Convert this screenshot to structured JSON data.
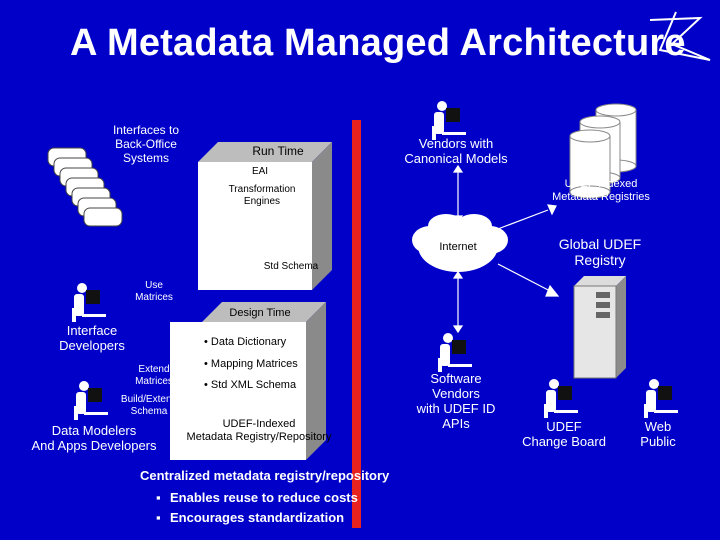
{
  "title": "A Metadata Managed Architecture",
  "left": {
    "interfaces": "Interfaces to\nBack-Office\nSystems",
    "use_matrices": "Use\nMatrices",
    "interface_developers": "Interface\nDevelopers",
    "extend_matrices": "Extend\nMatrices",
    "build_extend_schema": "Build/Extend\nSchema",
    "data_modelers": "Data Modelers\nAnd Apps Developers"
  },
  "runtime": {
    "label": "Run Time",
    "eai": "EAI",
    "transformation": "Transformation\nEngines",
    "std_schema": "Std Schema"
  },
  "designtime": {
    "label": "Design Time",
    "bullets": [
      "• Data Dictionary",
      "• Mapping Matrices",
      "• Std XML Schema"
    ],
    "registry": "UDEF-Indexed\nMetadata Registry/Repository"
  },
  "right": {
    "vendors": "Vendors with\nCanonical Models",
    "udef_registries": "UDEF-Indexed\nMetadata Registries",
    "internet": "Internet",
    "global_registry": "Global UDEF\nRegistry",
    "software_vendors": "Software\nVendors\nwith UDEF ID\nAPIs",
    "change_board": "UDEF\nChange Board",
    "web_public": "Web\nPublic"
  },
  "summary": {
    "heading": "Centralized metadata registry/repository",
    "points": [
      "Enables reuse to reduce costs",
      "Encourages standardization"
    ]
  },
  "colors": {
    "background": "#0000c8",
    "bar": "#e8221e",
    "text": "#ffffff",
    "box_face": "#ffffff",
    "box_shadow": "#9a9a9a"
  }
}
